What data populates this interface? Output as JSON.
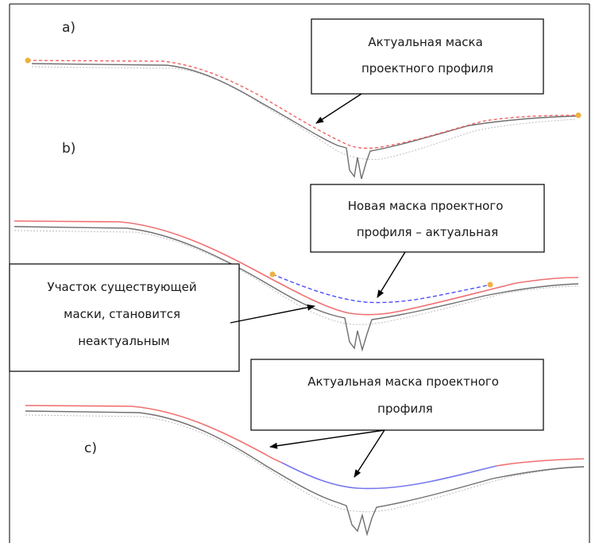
{
  "panels": [
    {
      "label": "a)",
      "callouts": [
        {
          "lines": [
            "Актуальная маска",
            "проектного профиля"
          ]
        }
      ]
    },
    {
      "label": "b)",
      "callouts": [
        {
          "lines": [
            "Новая маска проектного",
            "профиля – актуальная"
          ]
        },
        {
          "lines": [
            "Участок существующей",
            "маски, становится",
            "неактуальным"
          ]
        }
      ]
    },
    {
      "label": "c)",
      "callouts": [
        {
          "lines": [
            "Актуальная маска проектного",
            "профиля"
          ]
        }
      ]
    }
  ],
  "colors": {
    "ground": "#6f6f6f",
    "ground_light": "#b8b8b8",
    "mask_actual": "#f07070",
    "mask_dashed_red": "#f06060",
    "mask_new_blue": "#4d4dff",
    "mask_final_blue": "#7777ee",
    "node": "#f0b040",
    "border": "#000000"
  }
}
